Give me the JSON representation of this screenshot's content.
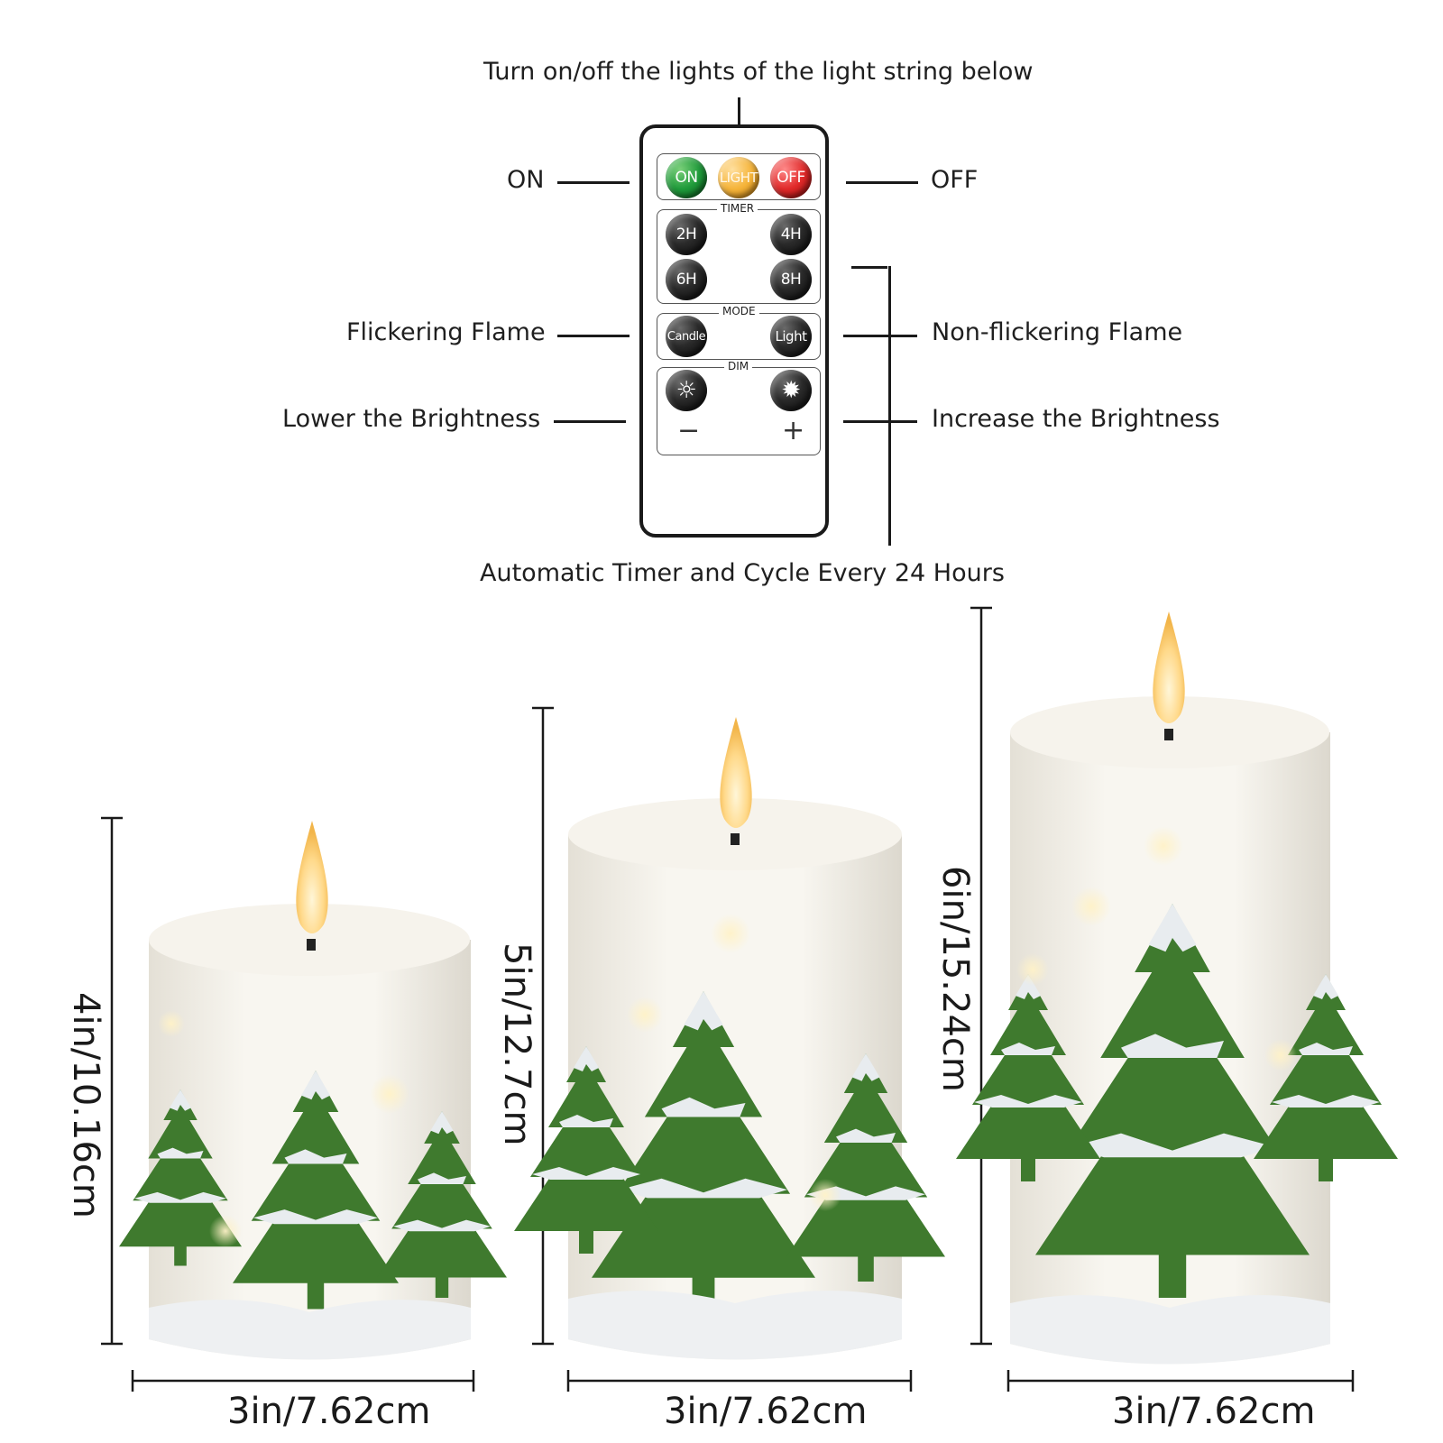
{
  "callouts": {
    "top": "Turn on/off the lights of the light string below",
    "on": "ON",
    "off": "OFF",
    "flickering": "Flickering Flame",
    "non_flickering": "Non-flickering Flame",
    "lower": "Lower the Brightness",
    "increase": "Increase the Brightness",
    "timer_cycle": "Automatic Timer and Cycle Every 24 Hours"
  },
  "remote": {
    "power_buttons": [
      "ON",
      "LIGHT",
      "OFF"
    ],
    "timer_title": "TIMER",
    "timer_buttons": [
      "2H",
      "4H",
      "6H",
      "8H"
    ],
    "mode_title": "MODE",
    "mode_buttons": [
      "Candle",
      "Light"
    ],
    "dim_title": "DIM",
    "dim_minus": "−",
    "dim_plus": "+"
  },
  "candles": [
    {
      "height_label": "4in/10.16cm",
      "width_label": "3in/7.62cm"
    },
    {
      "height_label": "5in/12.7cm",
      "width_label": "3in/7.62cm"
    },
    {
      "height_label": "6in/15.24cm",
      "width_label": "3in/7.62cm"
    }
  ],
  "colors": {
    "candle_wax": "#f4f1ea",
    "tree_green": "#3f7a2e",
    "flame": "#ffd98a",
    "button_on": "#1f9a3a",
    "button_light": "#f5b43a",
    "button_off": "#e02a2a"
  }
}
